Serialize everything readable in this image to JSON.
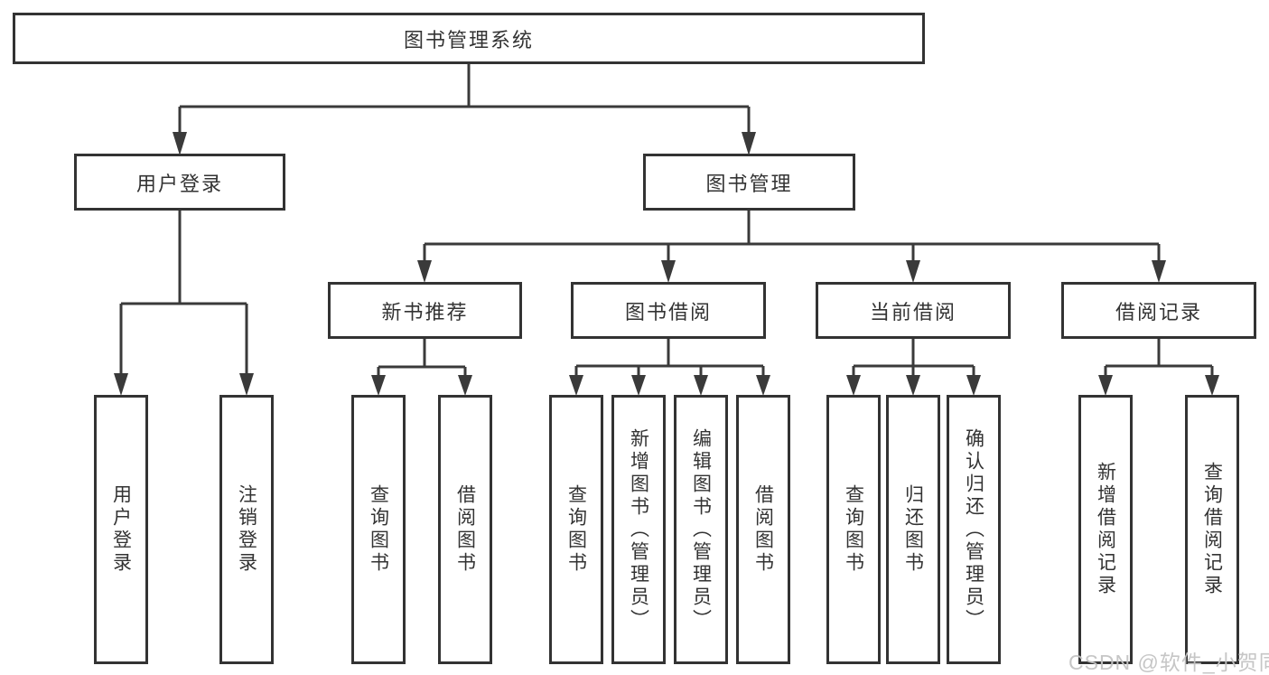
{
  "diagram": {
    "kind": "hierarchy-tree",
    "colors": {
      "line": "#3a3a3a",
      "box_border": "#333333",
      "text": "#333333",
      "background": "#ffffff",
      "watermark": "#c3c3c3"
    }
  },
  "tree": {
    "root": "图书管理系统",
    "children": [
      {
        "label": "用户登录",
        "children": [
          "用户登录",
          "注销登录"
        ]
      },
      {
        "label": "图书管理",
        "children": [
          {
            "label": "新书推荐",
            "children": [
              "查询图书",
              "借阅图书"
            ]
          },
          {
            "label": "图书借阅",
            "children": [
              "查询图书",
              "新增图书（管理员）",
              "编辑图书（管理员）",
              "借阅图书"
            ]
          },
          {
            "label": "当前借阅",
            "children": [
              "查询图书",
              "归还图书",
              "确认归还（管理员）"
            ]
          },
          {
            "label": "借阅记录",
            "children": [
              "新增借阅记录",
              "查询借阅记录"
            ]
          }
        ]
      }
    ]
  },
  "watermark": {
    "text": "CSDN @软件_小贺同学"
  }
}
